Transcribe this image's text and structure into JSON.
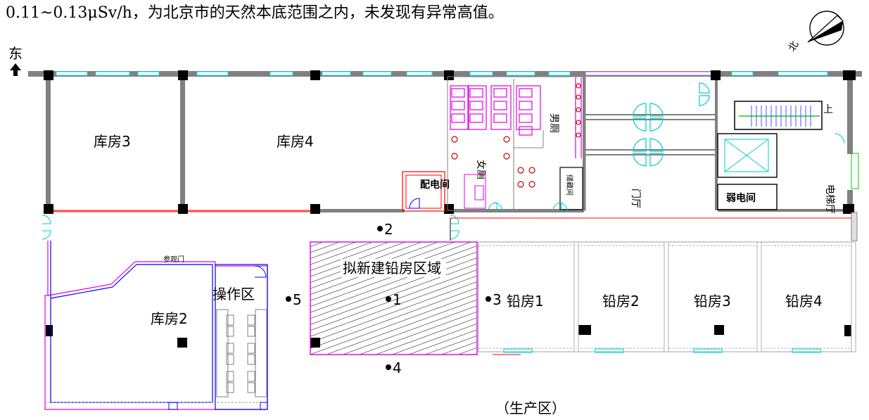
{
  "intro_text": "0.11~0.13μSv/h，为北京市的天然本底范围之内，未发现有异常高值。",
  "direction": {
    "east_label": "东",
    "north_label": "北"
  },
  "rooms": {
    "storage3": "库房3",
    "storage4": "库房4",
    "storage2": "库房2",
    "operation": "操作区",
    "new_lead_area": "拟新建铅房区域",
    "lead1": "铅房1",
    "lead2": "铅房2",
    "lead3": "铅房3",
    "lead4": "铅房4",
    "female_wc": "女厕",
    "male_wc": "男厕",
    "power_room": "配电间",
    "storage_room": "储藏间",
    "hall": "门厅",
    "elevator_hall": "电梯厅",
    "weak_power_room": "弱电间",
    "stairs_up": "上",
    "small_door": "参观门"
  },
  "points": [
    {
      "id": "1",
      "label": "1"
    },
    {
      "id": "2",
      "label": "2"
    },
    {
      "id": "3",
      "label": "3"
    },
    {
      "id": "4",
      "label": "4"
    },
    {
      "id": "5",
      "label": "5"
    }
  ],
  "zone_label": "（生产区）",
  "colors": {
    "wall": "#808080",
    "window": "#00e5e5",
    "door": "#00cccc",
    "magenta": "#e000e0",
    "red": "#ff0000",
    "blue": "#0000ff",
    "column": "#000000"
  }
}
